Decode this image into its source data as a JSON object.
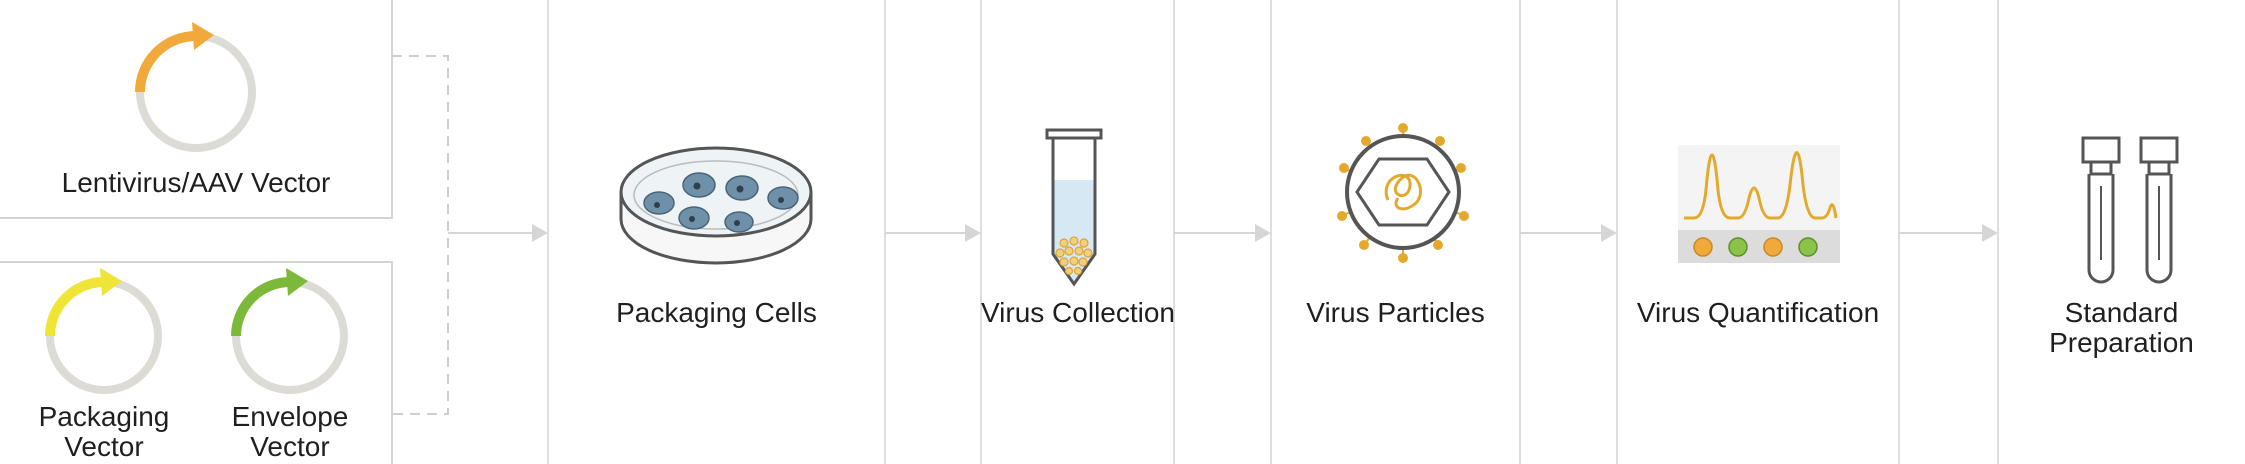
{
  "inputs": {
    "lentivirus_vector": "Lentivirus/AAV Vector",
    "packaging_vector": [
      "Packaging",
      "Vector"
    ],
    "envelope_vector": [
      "Envelope",
      "Vector"
    ]
  },
  "steps": [
    {
      "label": [
        "Packaging Cells"
      ]
    },
    {
      "label": [
        "Virus Collection"
      ]
    },
    {
      "label": [
        "Virus Particles"
      ]
    },
    {
      "label": [
        "Virus Quantification"
      ]
    },
    {
      "label": [
        "Standard",
        "Preparation"
      ]
    }
  ],
  "colors": {
    "lentivirus_arrow": "#f0a93a",
    "packaging_arrow": "#eee536",
    "envelope_arrow": "#7cb83a",
    "virus_gold": "#e3a92c",
    "cell_blue": "#6e90a8",
    "quant_orange": "#f0a93a",
    "quant_green": "#8bc34a"
  }
}
